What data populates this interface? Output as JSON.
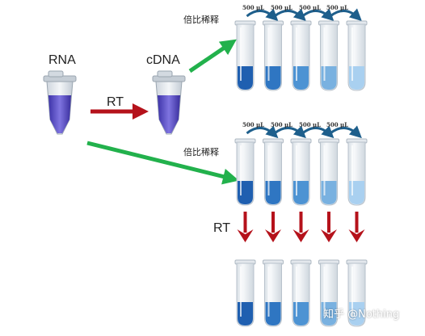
{
  "labels": {
    "rna": "RNA",
    "cdna": "cDNA",
    "rt_top": "RT",
    "rt_bottom": "RT",
    "dilution_top": "倍比稀释",
    "dilution_bottom": "倍比稀释"
  },
  "transfer_volume": "500 μL",
  "watermark": "知乎 @Nothing",
  "colors": {
    "green_arrow": "#22b14c",
    "red_arrow": "#b5121b",
    "transfer_arrow": "#1e5f8c",
    "tube_glass": "#eef2f5",
    "tube_outline": "#b8c2cc",
    "eppendorf_liquid": "#5b4fc4"
  },
  "dilution_series": {
    "tube_count": 5,
    "liquid_colors": [
      "#1f5fb0",
      "#2f76c2",
      "#4d93d3",
      "#79b1e0",
      "#a9d0f0"
    ]
  }
}
